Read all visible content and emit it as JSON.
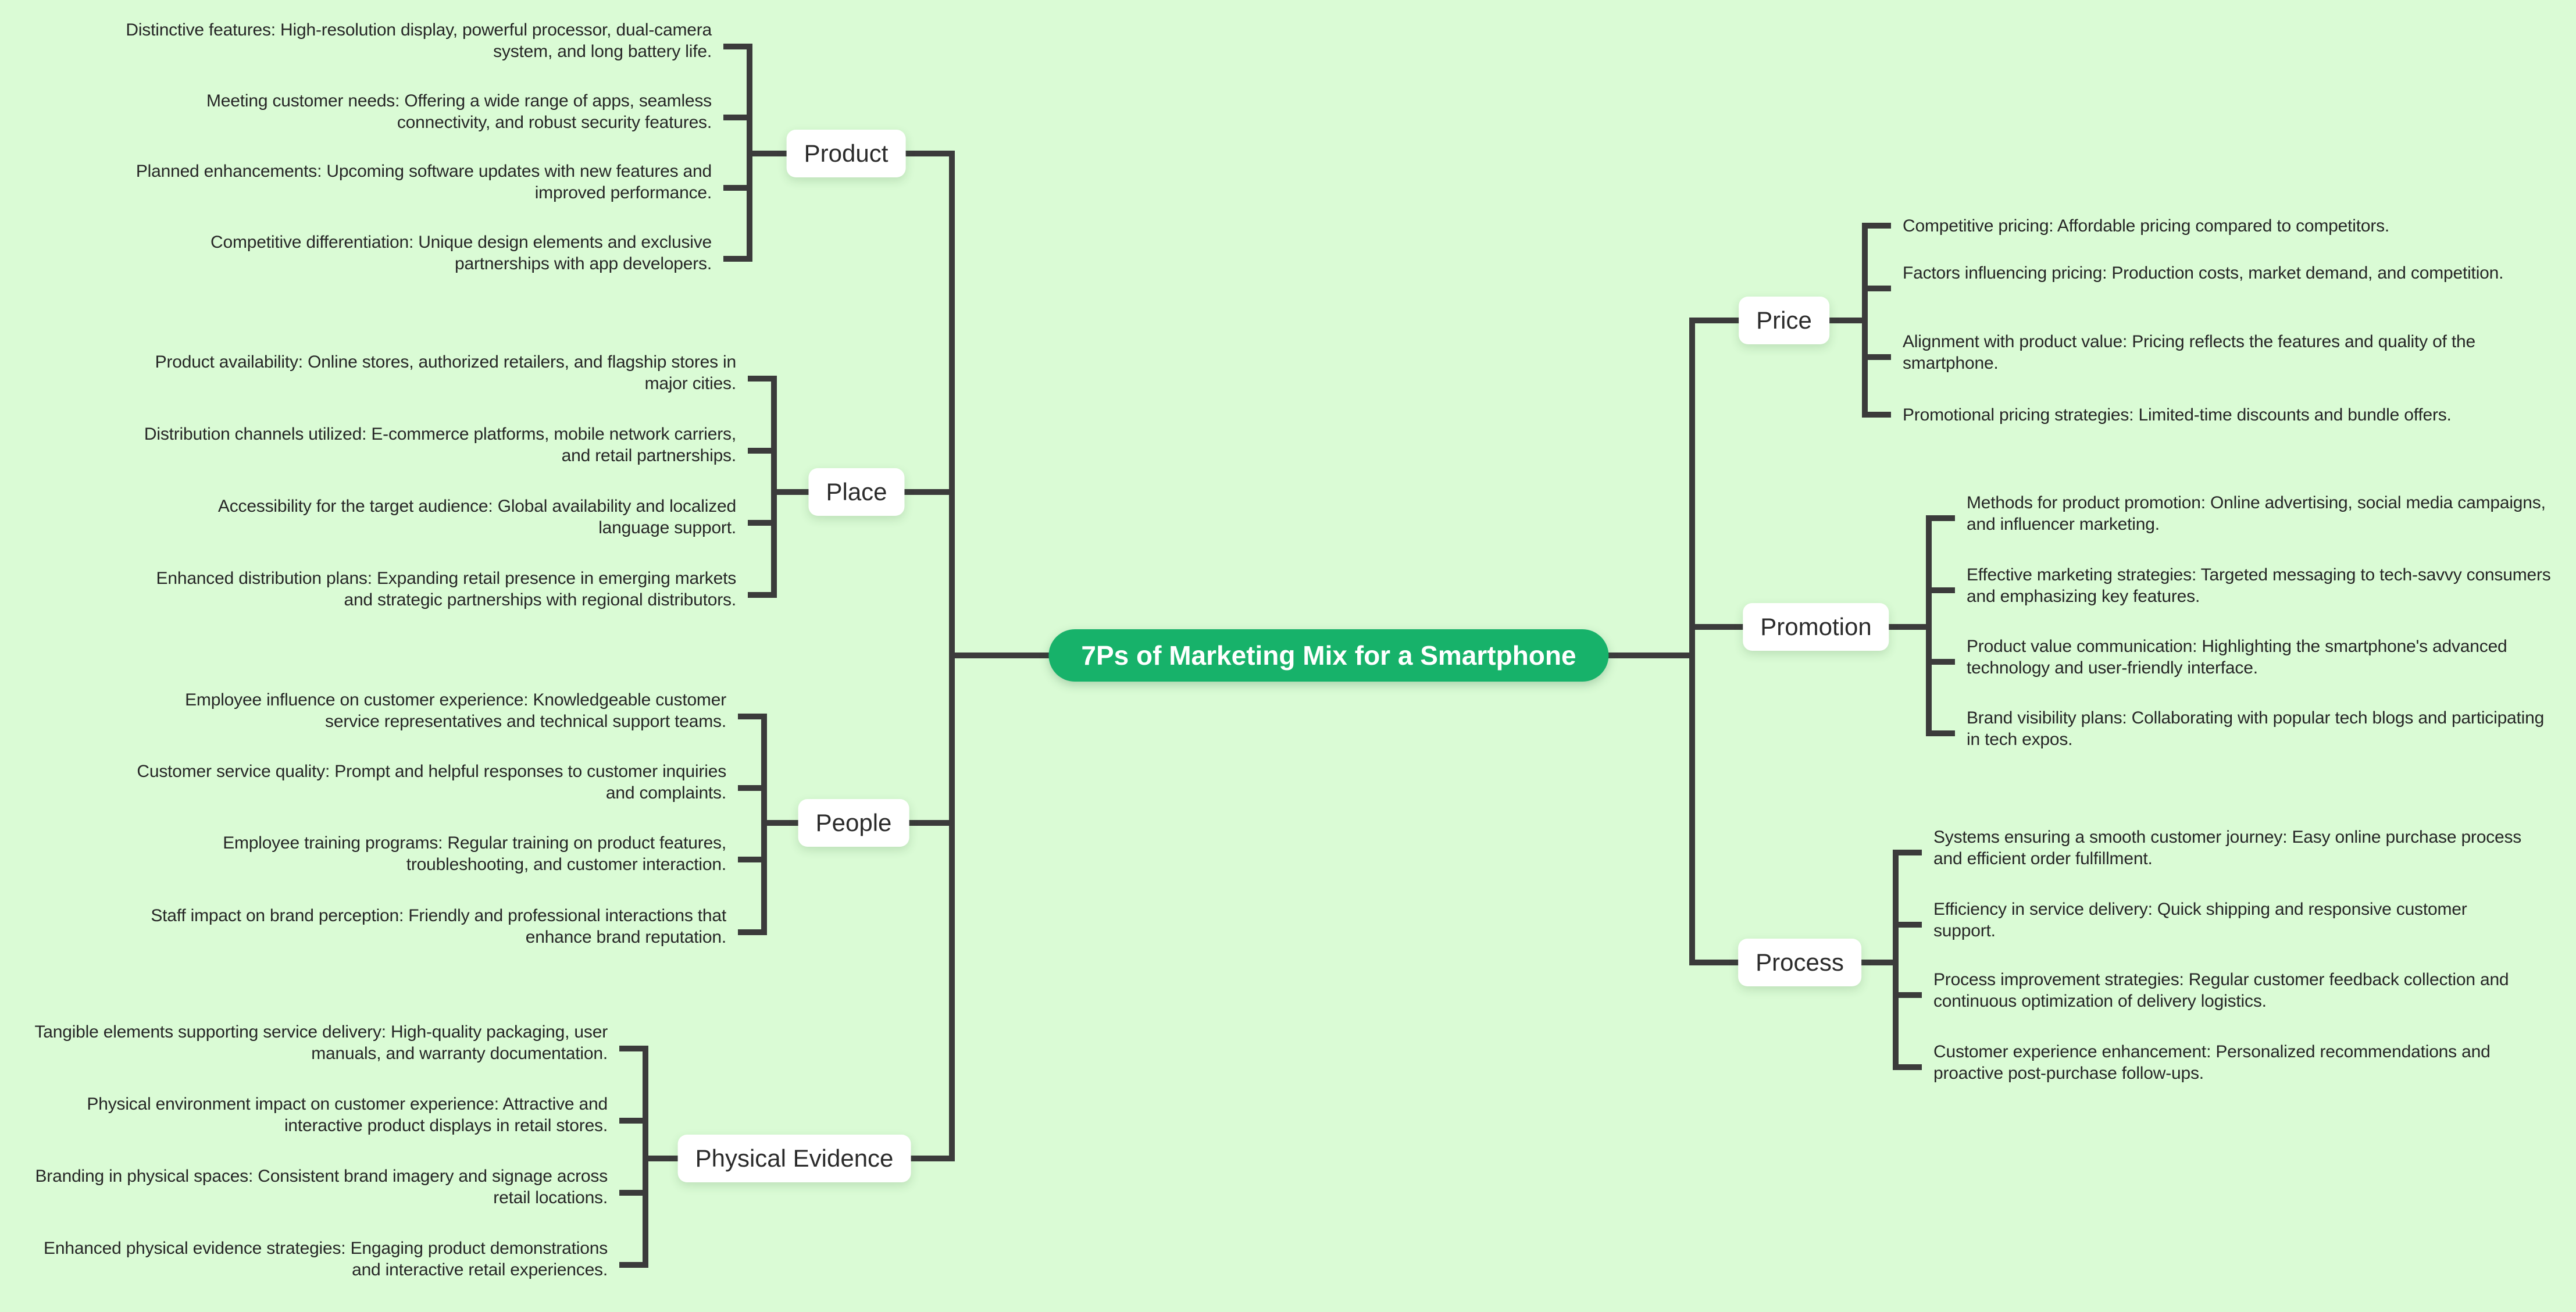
{
  "title": "7Ps of Marketing Mix for a Smartphone",
  "colors": {
    "background": "#dafbd5",
    "central_node_fill": "#17b26a",
    "central_node_text": "#ffffff",
    "branch_node_fill": "#ffffff",
    "connector": "#3b3b3b",
    "text": "#262626"
  },
  "branches": [
    {
      "label": "Product",
      "side": "left",
      "children": [
        "Distinctive features: High-resolution display, powerful processor, dual-camera system, and long battery life.",
        "Meeting customer needs: Offering a wide range of apps, seamless connectivity, and robust security features.",
        "Planned enhancements: Upcoming software updates with new features and improved performance.",
        "Competitive differentiation: Unique design elements and exclusive partnerships with app developers."
      ]
    },
    {
      "label": "Place",
      "side": "left",
      "children": [
        "Product availability: Online stores, authorized retailers, and flagship stores in major cities.",
        "Distribution channels utilized: E-commerce platforms, mobile network carriers, and retail partnerships.",
        "Accessibility for the target audience: Global availability and localized language support.",
        "Enhanced distribution plans: Expanding retail presence in emerging markets and strategic partnerships with regional distributors."
      ]
    },
    {
      "label": "People",
      "side": "left",
      "children": [
        "Employee influence on customer experience: Knowledgeable customer service representatives and technical support teams.",
        "Customer service quality: Prompt and helpful responses to customer inquiries and complaints.",
        "Employee training programs: Regular training on product features, troubleshooting, and customer interaction.",
        "Staff impact on brand perception: Friendly and professional interactions that enhance brand reputation."
      ]
    },
    {
      "label": "Physical Evidence",
      "side": "left",
      "children": [
        "Tangible elements supporting service delivery: High-quality packaging, user manuals, and warranty documentation.",
        "Physical environment impact on customer experience: Attractive and interactive product displays in retail stores.",
        "Branding in physical spaces: Consistent brand imagery and signage across retail locations.",
        "Enhanced physical evidence strategies: Engaging product demonstrations and interactive retail experiences."
      ]
    },
    {
      "label": "Price",
      "side": "right",
      "children": [
        "Competitive pricing: Affordable pricing compared to competitors.",
        "Factors influencing pricing: Production costs, market demand, and competition.",
        "Alignment with product value: Pricing reflects the features and quality of the smartphone.",
        "Promotional pricing strategies: Limited-time discounts and bundle offers."
      ]
    },
    {
      "label": "Promotion",
      "side": "right",
      "children": [
        "Methods for product promotion: Online advertising, social media campaigns, and influencer marketing.",
        "Effective marketing strategies: Targeted messaging to tech-savvy consumers and emphasizing key features.",
        "Product value communication: Highlighting the smartphone's advanced technology and user-friendly interface.",
        "Brand visibility plans: Collaborating with popular tech blogs and participating in tech expos."
      ]
    },
    {
      "label": "Process",
      "side": "right",
      "children": [
        "Systems ensuring a smooth customer journey: Easy online purchase process and efficient order fulfillment.",
        "Efficiency in service delivery: Quick shipping and responsive customer support.",
        "Process improvement strategies: Regular customer feedback collection and continuous optimization of delivery logistics.",
        "Customer experience enhancement: Personalized recommendations and proactive post-purchase follow-ups."
      ]
    }
  ]
}
